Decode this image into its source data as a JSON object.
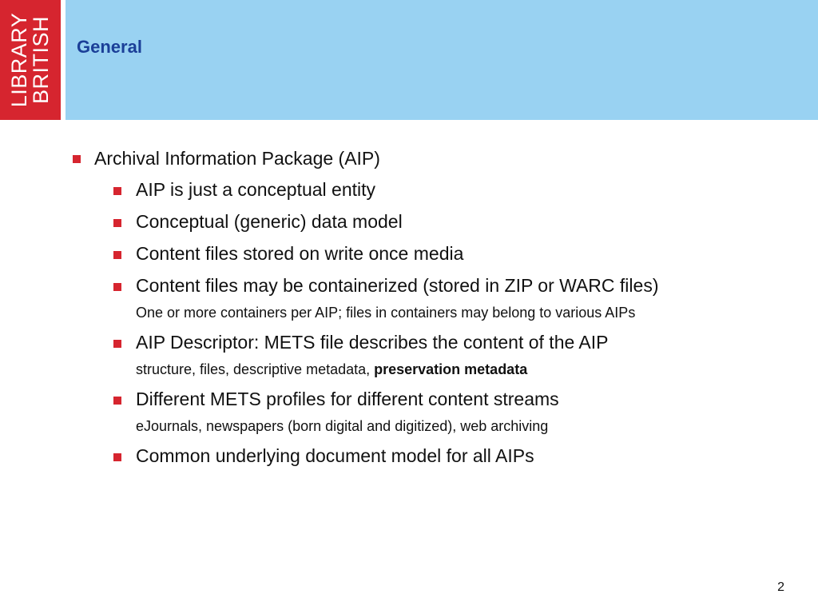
{
  "logo": {
    "line1": "LIBRARY",
    "line2": "BRITISH",
    "color": "#d6252f"
  },
  "header": {
    "title": "General",
    "background": "#99d2f2"
  },
  "content": {
    "top_item": "Archival Information Package (AIP)",
    "items": [
      {
        "text": "AIP is just a conceptual entity"
      },
      {
        "text": "Conceptual (generic) data model"
      },
      {
        "text": "Content files stored on write once media"
      },
      {
        "text": "Content files may be containerized (stored in ZIP or WARC files)",
        "note": "One or more containers per AIP; files in containers may belong to various AIPs"
      },
      {
        "text": "AIP Descriptor: METS file describes the content of the AIP",
        "note": "structure, files, descriptive metadata, ",
        "note_bold": "preservation metadata"
      },
      {
        "text": "Different METS profiles for different content streams",
        "note": "eJournals, newspapers (born digital and digitized), web archiving"
      },
      {
        "text": "Common underlying document model for all AIPs"
      }
    ]
  },
  "footer": {
    "page_number": "2"
  },
  "colors": {
    "bullet": "#d6252f",
    "title": "#1b3f98"
  }
}
